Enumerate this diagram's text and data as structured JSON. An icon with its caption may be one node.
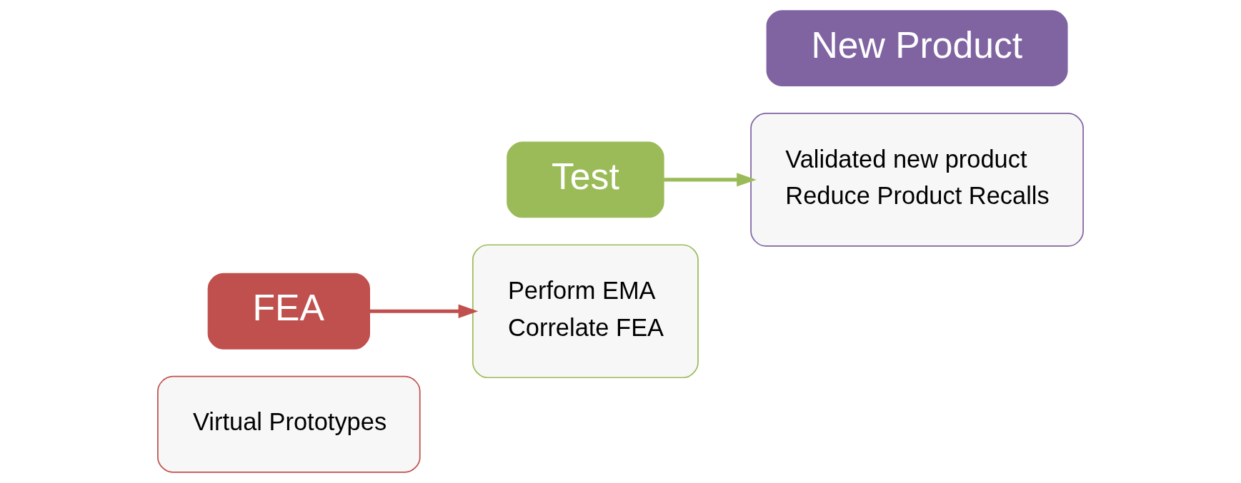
{
  "diagram": {
    "nodes": [
      {
        "text": [
          "Virtual Prototypes"
        ]
      },
      {
        "text": [
          "FEA"
        ]
      },
      {
        "text": [
          "Perform EMA",
          "Correlate FEA"
        ]
      },
      {
        "text": [
          "Test"
        ]
      },
      {
        "text": [
          "Validated new product",
          "Reduce Product Recalls"
        ]
      },
      {
        "text": [
          "New Product"
        ]
      }
    ],
    "edges": [
      {
        "from": 1,
        "to": 2,
        "arrow": "to",
        "color": "#c0504d"
      },
      {
        "from": 3,
        "to": 4,
        "arrow": "to",
        "color": "#9bbb59"
      }
    ]
  }
}
